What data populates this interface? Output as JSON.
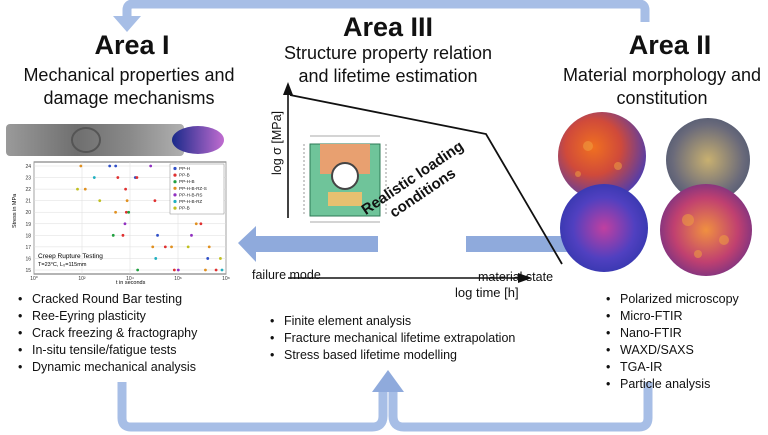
{
  "center": {
    "title": "Area III",
    "subtitle_line1": "Structure property relation",
    "subtitle_line2": "and lifetime estimation",
    "y_axis_label": "log σ [MPa]",
    "x_axis_label": "log time [h]",
    "failure_mode_label": "failure mode",
    "material_state_label": "material state",
    "loading_line1": "Realistic loading",
    "loading_line2": "conditions",
    "bullets": [
      "Finite element analysis",
      "Fracture mechanical lifetime extrapolation",
      "Stress based lifetime modelling"
    ]
  },
  "left": {
    "title": "Area I",
    "subtitle_line1": "Mechanical properties and",
    "subtitle_line2": "damage mechanisms",
    "bullets": [
      "Cracked Round Bar testing",
      "Ree-Eyring plasticity",
      "Crack freezing & fractography",
      "In-situ tensile/fatigue tests",
      "Dynamic mechanical analysis"
    ],
    "plot": {
      "annotation_line1": "Creep Rupture Testing",
      "annotation_line2": "T=23°C, L₀=115mm",
      "y_label": "Stress in MPa",
      "x_label": "t in seconds",
      "y_ticks": [
        "24",
        "23",
        "22",
        "21",
        "20",
        "19",
        "18",
        "17",
        "16",
        "15"
      ],
      "x_ticks": [
        "10⁰",
        "10²",
        "10⁴",
        "10⁶",
        "10⁸"
      ],
      "legend": [
        {
          "name": "PP-H",
          "color": "#3050c8"
        },
        {
          "name": "PP-B",
          "color": "#e03030"
        },
        {
          "name": "PP-H-B",
          "color": "#20a040"
        },
        {
          "name": "PP-H-B-RZ-S",
          "color": "#e09020"
        },
        {
          "name": "PP-H-B-RS",
          "color": "#9030c0"
        },
        {
          "name": "PP-H-B-RZ",
          "color": "#20b0c0"
        },
        {
          "name": "PP-B",
          "color": "#c0c020"
        }
      ]
    }
  },
  "right": {
    "title": "Area II",
    "subtitle_line1": "Material morphology and",
    "subtitle_line2": "constitution",
    "bullets": [
      "Polarized microscopy",
      "Micro-FTIR",
      "Nano-FTIR",
      "WAXD/SAXS",
      "TGA-IR",
      "Particle analysis"
    ]
  },
  "colors": {
    "arrow_fill": "#8faadc",
    "arrow_edge": "#a7bee6"
  }
}
